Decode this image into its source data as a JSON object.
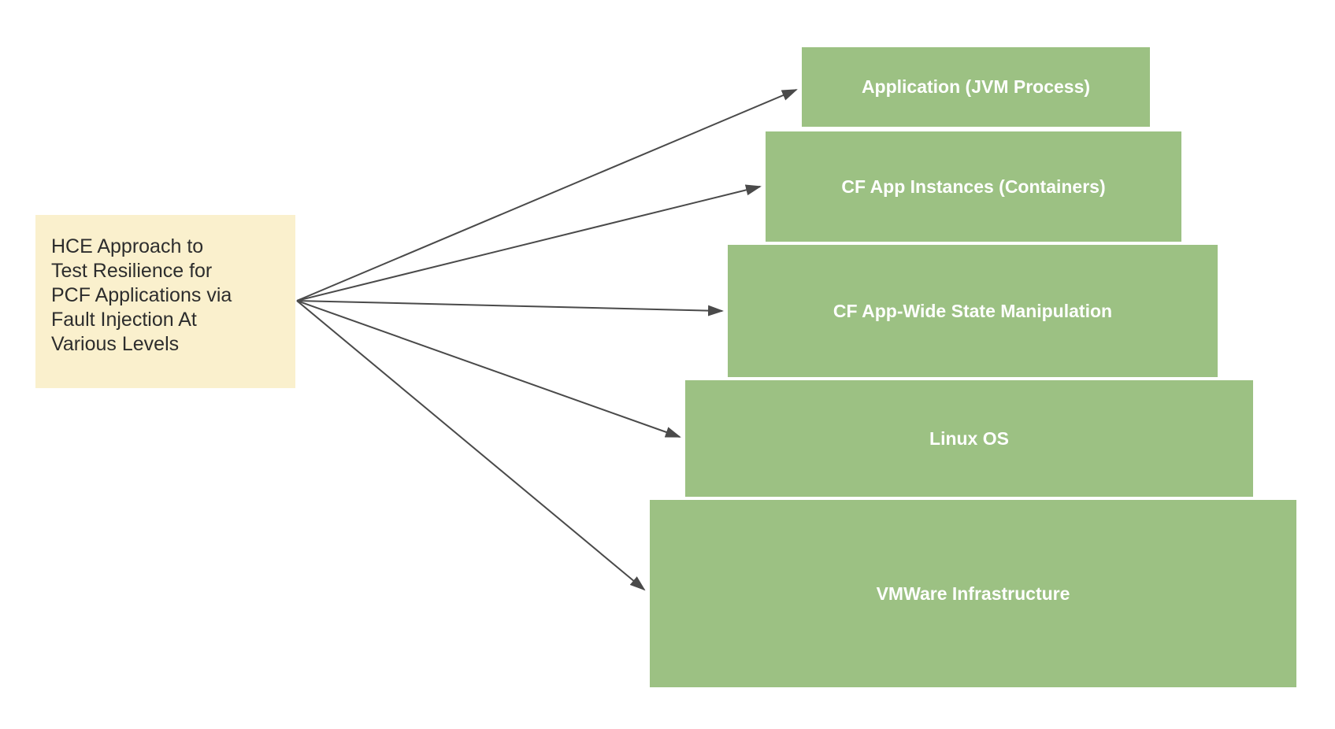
{
  "source": {
    "lines": {
      "l1": "HCE Approach to",
      "l2": "Test Resilience for",
      "l3": "PCF Applications via",
      "l4": "Fault Injection At",
      "l5": "Various Levels"
    }
  },
  "levels": [
    {
      "label": "Application (JVM Process)"
    },
    {
      "label": "CF App Instances (Containers)"
    },
    {
      "label": "CF App-Wide State Manipulation"
    },
    {
      "label": "Linux OS"
    },
    {
      "label": "VMWare Infrastructure"
    }
  ],
  "colors": {
    "source_fill": "#faf0cd",
    "source_text": "#2d2d2d",
    "level_fill": "#9cc183",
    "level_text": "#ffffff",
    "arrow": "#4a4a4a",
    "canvas_bg": "#ffffff"
  }
}
